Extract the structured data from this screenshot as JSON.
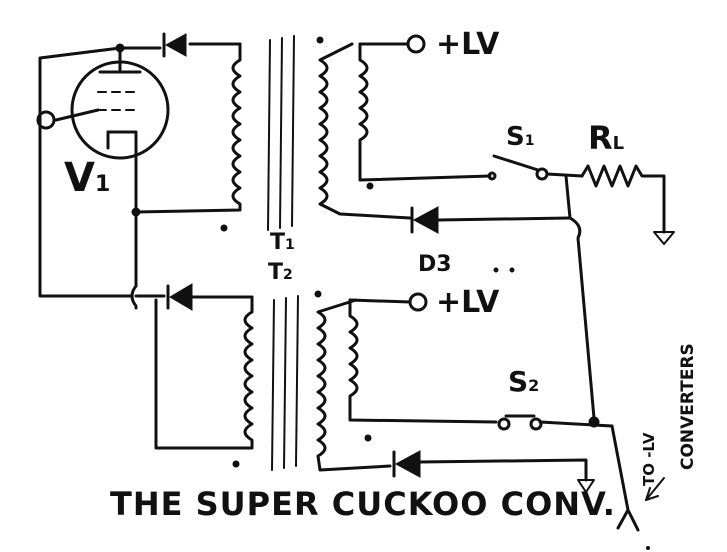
{
  "title": "THE SUPER CUCKOO CONV.",
  "labels": {
    "v1": "V",
    "v1_sub": "1",
    "t1": "T",
    "t1_sub": "1",
    "t2": "T",
    "t2_sub": "2",
    "d3": "D3",
    "s1": "S",
    "s1_sub": "1",
    "s2": "S",
    "s2_sub": "2",
    "rl": "R",
    "rl_sub": "L",
    "plus_lv_top": "+LV",
    "plus_lv_bottom": "+LV",
    "to_lv_converters_1": "TO -LV",
    "to_lv_converters_2": "CONVERTERS"
  },
  "colors": {
    "ink": "#111111",
    "paper": "#ffffff"
  }
}
